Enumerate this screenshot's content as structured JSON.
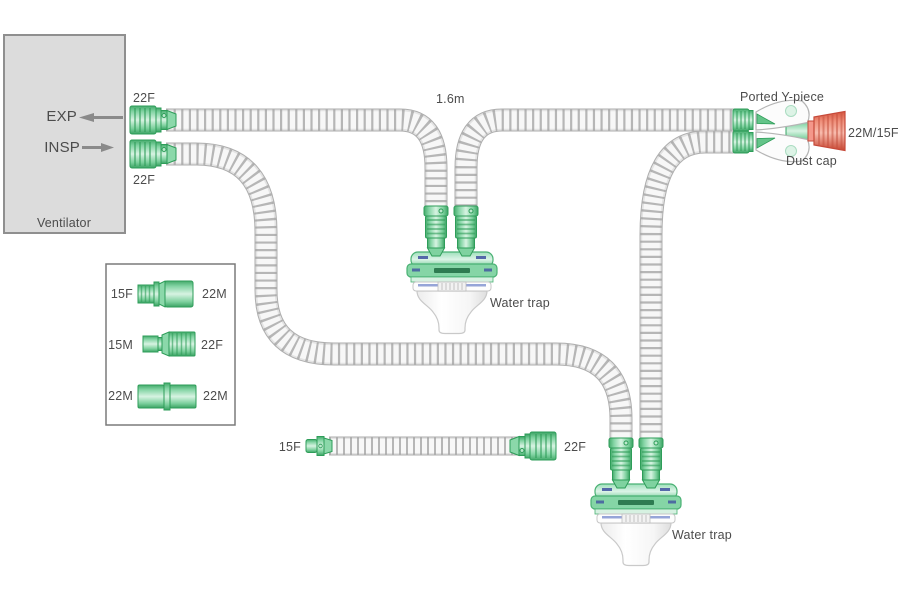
{
  "ventilator": {
    "label": "Ventilator",
    "exp_label": "EXP",
    "insp_label": "INSP",
    "exp_port_size": "22F",
    "insp_port_size": "22F"
  },
  "tubing": {
    "length_label": "1.6m"
  },
  "y_piece": {
    "label": "Ported Y-piece",
    "patient_port_size": "22M/15F",
    "dust_cap_label": "Dust cap"
  },
  "water_trap_expiratory": {
    "label": "Water trap"
  },
  "water_trap_inspiratory": {
    "label": "Water trap"
  },
  "catheter_mount": {
    "left_size": "15F",
    "right_size": "22F"
  },
  "adapters": {
    "rows": [
      {
        "left": "15F",
        "right": "22M"
      },
      {
        "left": "15M",
        "right": "22F"
      },
      {
        "left": "22M",
        "right": "22M"
      }
    ]
  },
  "colors": {
    "connector_green": "#4fb677",
    "dust_cap_red": "#e0604a",
    "tube_gray": "#e3e3e3",
    "label_text": "#4c4c4c",
    "ventilator_fill": "#dcdcdc"
  }
}
